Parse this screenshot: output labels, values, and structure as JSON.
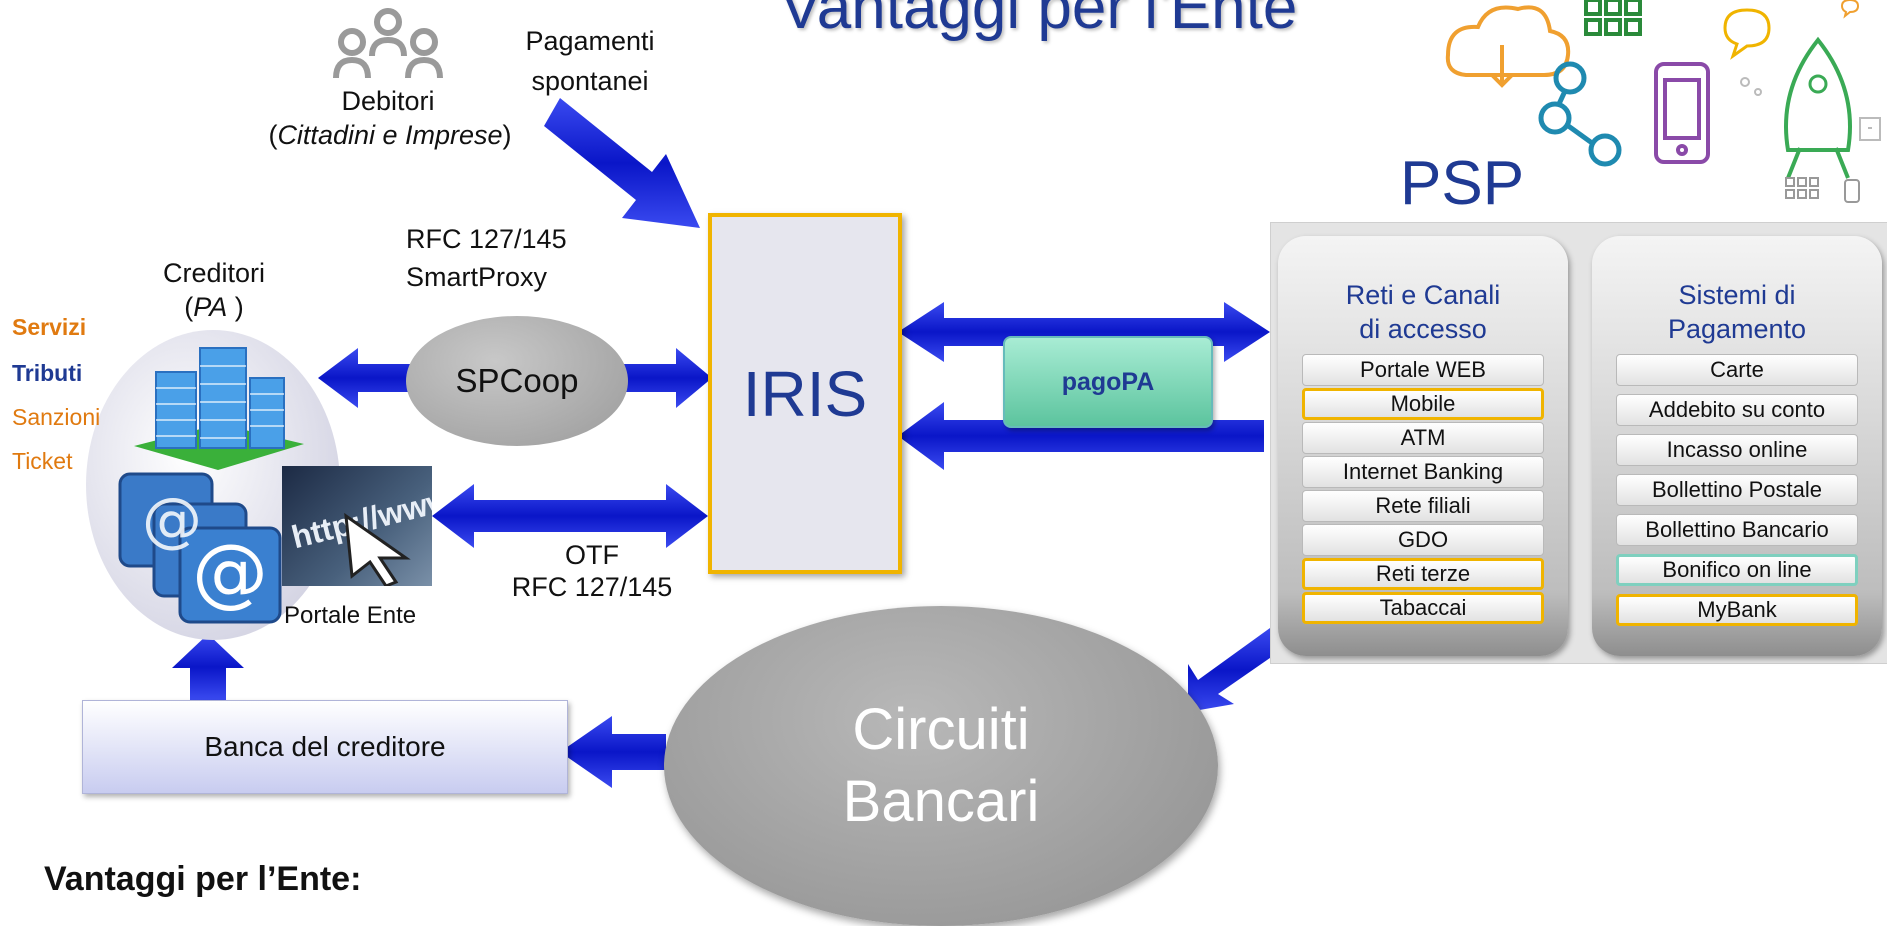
{
  "title": "Vantaggi per l'Ente",
  "debitori": {
    "label": "Debitori",
    "sub_open": "(",
    "sub": "Cittadini e Imprese",
    "sub_close": ")"
  },
  "pagamenti": {
    "line1": "Pagamenti",
    "line2": "spontanei"
  },
  "rfc_top": {
    "line1": "RFC 127/145",
    "line2": "SmartProxy"
  },
  "creditori": {
    "label": "Creditori",
    "sub_open": "(",
    "sub": "PA",
    "sub_close": " )"
  },
  "side_list": [
    {
      "text": "Servizi",
      "color": "#e07a10",
      "bold": true
    },
    {
      "text": "Tributi",
      "color": "#1f3a93",
      "bold": true
    },
    {
      "text": "Sanzioni",
      "color": "#e07a10",
      "bold": false
    },
    {
      "text": "Ticket",
      "color": "#e07a10",
      "bold": false
    }
  ],
  "spcoop": "SPCoop",
  "iris": "IRIS",
  "pagopa": "pagoPA",
  "otf": {
    "line1": "OTF",
    "line2": "RFC 127/145"
  },
  "portale_ente": "Portale Ente",
  "http_text": "http://www",
  "psp": "PSP",
  "reti": {
    "title_line1": "Reti e Canali",
    "title_line2": "di accesso",
    "items": [
      "Portale WEB",
      "Mobile",
      "ATM",
      "Internet Banking",
      "Rete filiali",
      "GDO",
      "Reti terze",
      "Tabaccai"
    ],
    "highlighted": [
      "Mobile",
      "Reti terze",
      "Tabaccai"
    ]
  },
  "sistemi": {
    "title_line1": "Sistemi di",
    "title_line2": "Pagamento",
    "items": [
      "Carte",
      "Addebito su conto",
      "Incasso online",
      "Bollettino Postale",
      "Bollettino Bancario",
      "Bonifico on line",
      "MyBank"
    ],
    "highlighted": [
      "MyBank"
    ],
    "highlighted_green": [
      "Bonifico on line"
    ]
  },
  "circuiti": {
    "line1": "Circuiti",
    "line2": "Bancari"
  },
  "banca": "Banca del creditore",
  "vantaggi": "Vantaggi per l’Ente:",
  "colors": {
    "arrow": "#1a2ad6",
    "accent": "#1f3a93",
    "highlight": "#f0b400",
    "green_highlight": "#7fd0bf"
  }
}
